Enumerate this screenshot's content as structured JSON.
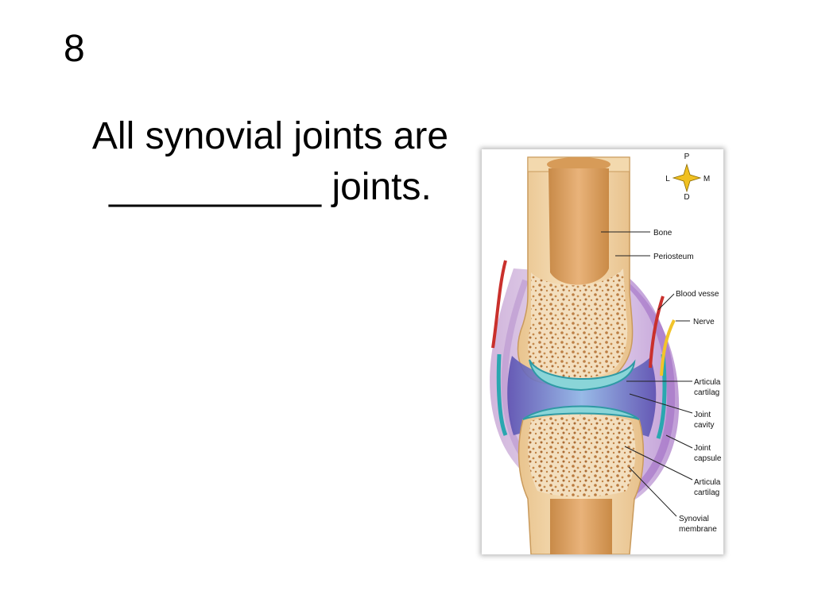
{
  "slide": {
    "number": "8",
    "question_line1": "All synovial joints are",
    "question_line2": "__________ joints."
  },
  "figure": {
    "compass": {
      "top": "P",
      "left": "L",
      "right": "M",
      "bottom": "D"
    },
    "labels": {
      "bone": "Bone",
      "periosteum": "Periosteum",
      "blood_vessel": "Blood vesse",
      "nerve": "Nerve",
      "articular_cartilage_upper_1": "Articula",
      "articular_cartilage_upper_2": "cartilag",
      "joint_cavity_1": "Joint",
      "joint_cavity_2": "cavity",
      "joint_capsule_1": "Joint",
      "joint_capsule_2": "capsule",
      "articular_cartilage_lower_1": "Articula",
      "articular_cartilage_lower_2": "cartilag",
      "synovial_membrane_1": "Synovial",
      "synovial_membrane_2": "membrane"
    }
  }
}
